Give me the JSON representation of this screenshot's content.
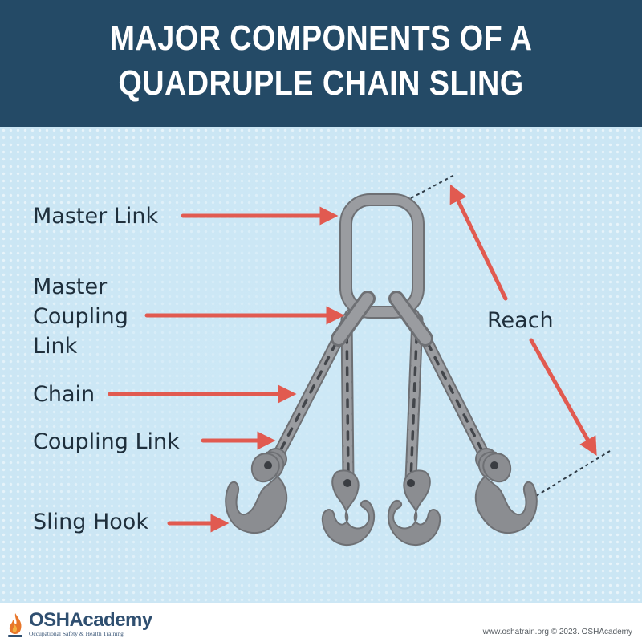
{
  "header": {
    "title_line1": "MAJOR COMPONENTS OF A",
    "title_line2": "QUADRUPLE CHAIN SLING"
  },
  "labels": {
    "master_link": "Master Link",
    "master_coupling_link": [
      "Master",
      "Coupling",
      "Link"
    ],
    "chain": "Chain",
    "coupling_link": "Coupling Link",
    "sling_hook": "Sling Hook",
    "reach": "Reach"
  },
  "footer": {
    "logo_text": "OSHAcademy",
    "logo_tagline": "Occupational Safety & Health Training",
    "credit": "www.oshatrain.org © 2023. OSHAcademy"
  },
  "colors": {
    "header_bg": "#244a66",
    "panel_bg": "#cbe6f4",
    "arrow": "#e15a50",
    "metal": "#8a8c90",
    "label_text": "#1f2f3c"
  }
}
